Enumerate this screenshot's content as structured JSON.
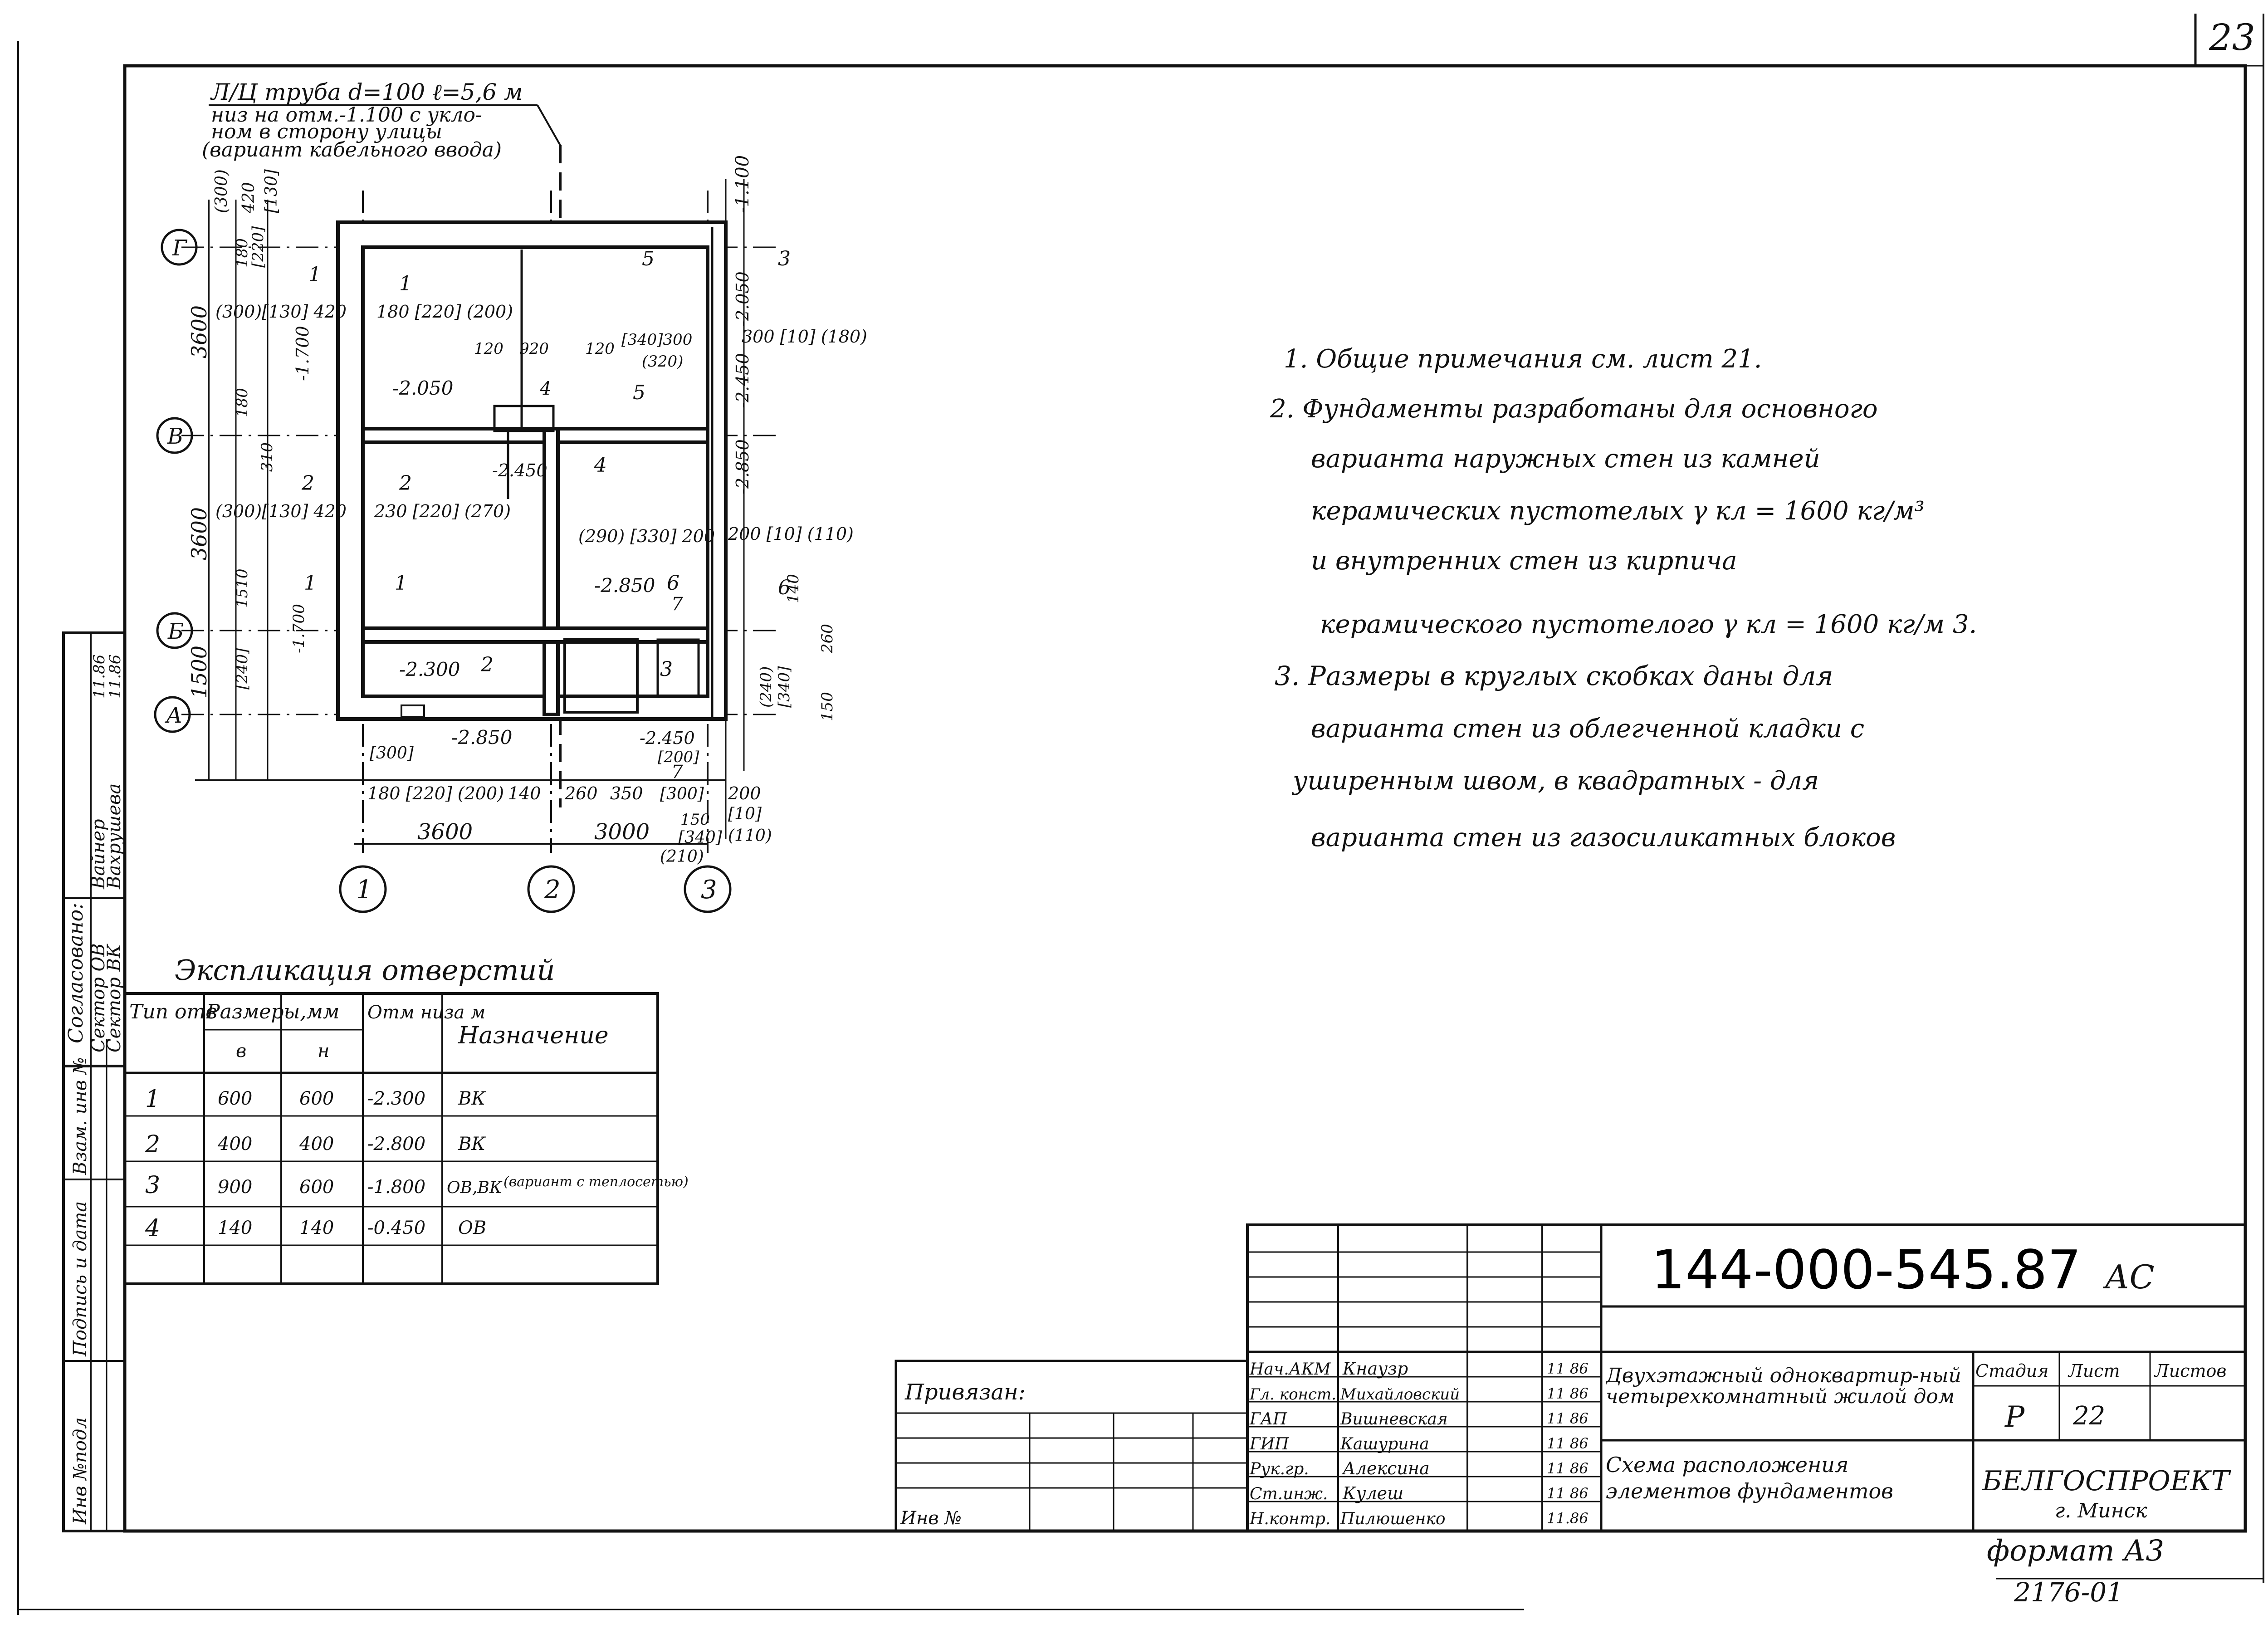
{
  "sheet": {
    "corner_number": "23",
    "format": "формат А3",
    "bottom_code": "2176-01"
  },
  "plan": {
    "pipe_note_lines": [
      "Л/Ц труба d=100 ℓ=5,6 м",
      "низ на отм.-1.100 с укло-",
      "ном в сторону улицы",
      "(вариант кабельного ввода)"
    ],
    "axes_rows": [
      "Г",
      "В",
      "Б",
      "А"
    ],
    "axes_cols": [
      "1",
      "2",
      "3"
    ],
    "left_dims": [
      "3600",
      "3600",
      "1500"
    ],
    "bottom_dims": [
      "3600",
      "3000"
    ],
    "top_dims": [
      "(300)",
      "420",
      "[130]",
      "120",
      "920",
      "120",
      "[340]300",
      "(320)",
      "300 [10] (180)"
    ],
    "left_small_dims": [
      "[220]",
      "180",
      "(300)[130] 420",
      "180",
      "310",
      "1510",
      "[240]",
      "(300)[130] 420"
    ],
    "bottom_small_dims": [
      "180 [220] (200)",
      "140",
      "260",
      "350",
      "[300]",
      "200",
      "[10]",
      "(110)",
      "[340]",
      "(210)",
      "150",
      "[300]"
    ],
    "right_small_dims": [
      "-1.100",
      "-2.050",
      "-2.450",
      "-2.850",
      "200 [10] (110)",
      "140",
      "260",
      "150",
      "(240)",
      "[340]"
    ],
    "room_labels": [
      "180 [220] (200)",
      "230 [220] (270)",
      "(290) [330] 200",
      "[200]"
    ],
    "levels": [
      "-1.700",
      "-2.050",
      "-2.450",
      "-2.850",
      "-2.300",
      "-2.850",
      "-2.450",
      "-1.700"
    ],
    "marks": [
      "1",
      "1",
      "1",
      "1",
      "2",
      "2",
      "2",
      "3",
      "3",
      "4",
      "4",
      "5",
      "5",
      "6",
      "6",
      "7",
      "7"
    ]
  },
  "notes": [
    "1. Общие примечания см. лист 21.",
    "2. Фундаменты разработаны для основного",
    "варианта наружных стен из камней",
    "керамических пустотелых γ кл = 1600 кг/м³",
    "и внутренних стен из кирпича",
    "керамического пустотелого γ кл = 1600 кг/м 3.",
    "3. Размеры в круглых скобках даны для",
    "варианта стен из облегченной кладки с",
    "уширенным швом, в квадратных - для",
    "варианта стен из газосиликатных блоков"
  ],
  "explication": {
    "title": "Экспликация отверстий",
    "headers": {
      "type": "Тип отв",
      "sizes": "Размеры,мм",
      "b": "в",
      "h": "н",
      "mark": "Отм низа м",
      "purpose": "Назначение"
    },
    "rows": [
      {
        "type": "1",
        "b": "600",
        "h": "600",
        "mark": "-2.300",
        "purpose": "ВК",
        "note": ""
      },
      {
        "type": "2",
        "b": "400",
        "h": "400",
        "mark": "-2.800",
        "purpose": "ВК",
        "note": ""
      },
      {
        "type": "3",
        "b": "900",
        "h": "600",
        "mark": "-1.800",
        "purpose": "ОВ,ВК",
        "note": "(вариант с теплосетью)"
      },
      {
        "type": "4",
        "b": "140",
        "h": "140",
        "mark": "-0.450",
        "purpose": "ОВ",
        "note": ""
      }
    ]
  },
  "side_stamp": {
    "cells": [
      "Согласовано:",
      "Сектор ОВ",
      "Вайнер",
      "Сектор ВК",
      "Вахрушева",
      "11.86",
      "11.86",
      "Инв №подл",
      "Подпись и дата",
      "Взам. инв №"
    ]
  },
  "title_block": {
    "doc_number": "144-000-545.87",
    "doc_suffix": "АС",
    "privyazan": "Привязан:",
    "inv_no": "Инв №",
    "people": [
      {
        "role": "Нач.АКМ",
        "name": "Кнаузр",
        "date": "11 86"
      },
      {
        "role": "Гл. конст.",
        "name": "Михайловский",
        "date": "11 86"
      },
      {
        "role": "ГАП",
        "name": "Вишневская",
        "date": "11 86"
      },
      {
        "role": "ГИП",
        "name": "Кашурина",
        "date": "11 86"
      },
      {
        "role": "Рук.гр.",
        "name": "Алексина",
        "date": "11 86"
      },
      {
        "role": "Ст.инж.",
        "name": "Кулеш",
        "date": "11 86"
      },
      {
        "role": "Н.контр.",
        "name": "Пилюшенко",
        "date": "11.86"
      }
    ],
    "object_name": "Двухэтажный одноквартир-ный четырехкомнатный жилой дом",
    "sheet_name": "Схема расположения элементов фундаментов",
    "stage_label": "Стадия",
    "sheet_label": "Лист",
    "sheets_label": "Листов",
    "stage": "Р",
    "sheet": "22",
    "org": "БЕЛГОСПРОЕКТ",
    "city": "г. Минск"
  }
}
